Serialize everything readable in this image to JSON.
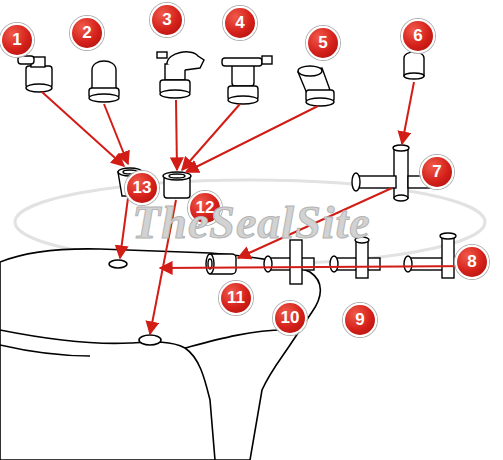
{
  "diagram": {
    "labels": [
      "1",
      "2",
      "3",
      "4",
      "5",
      "6",
      "7",
      "8",
      "9",
      "10",
      "11",
      "12",
      "13",
      "TheSealSite"
    ]
  }
}
